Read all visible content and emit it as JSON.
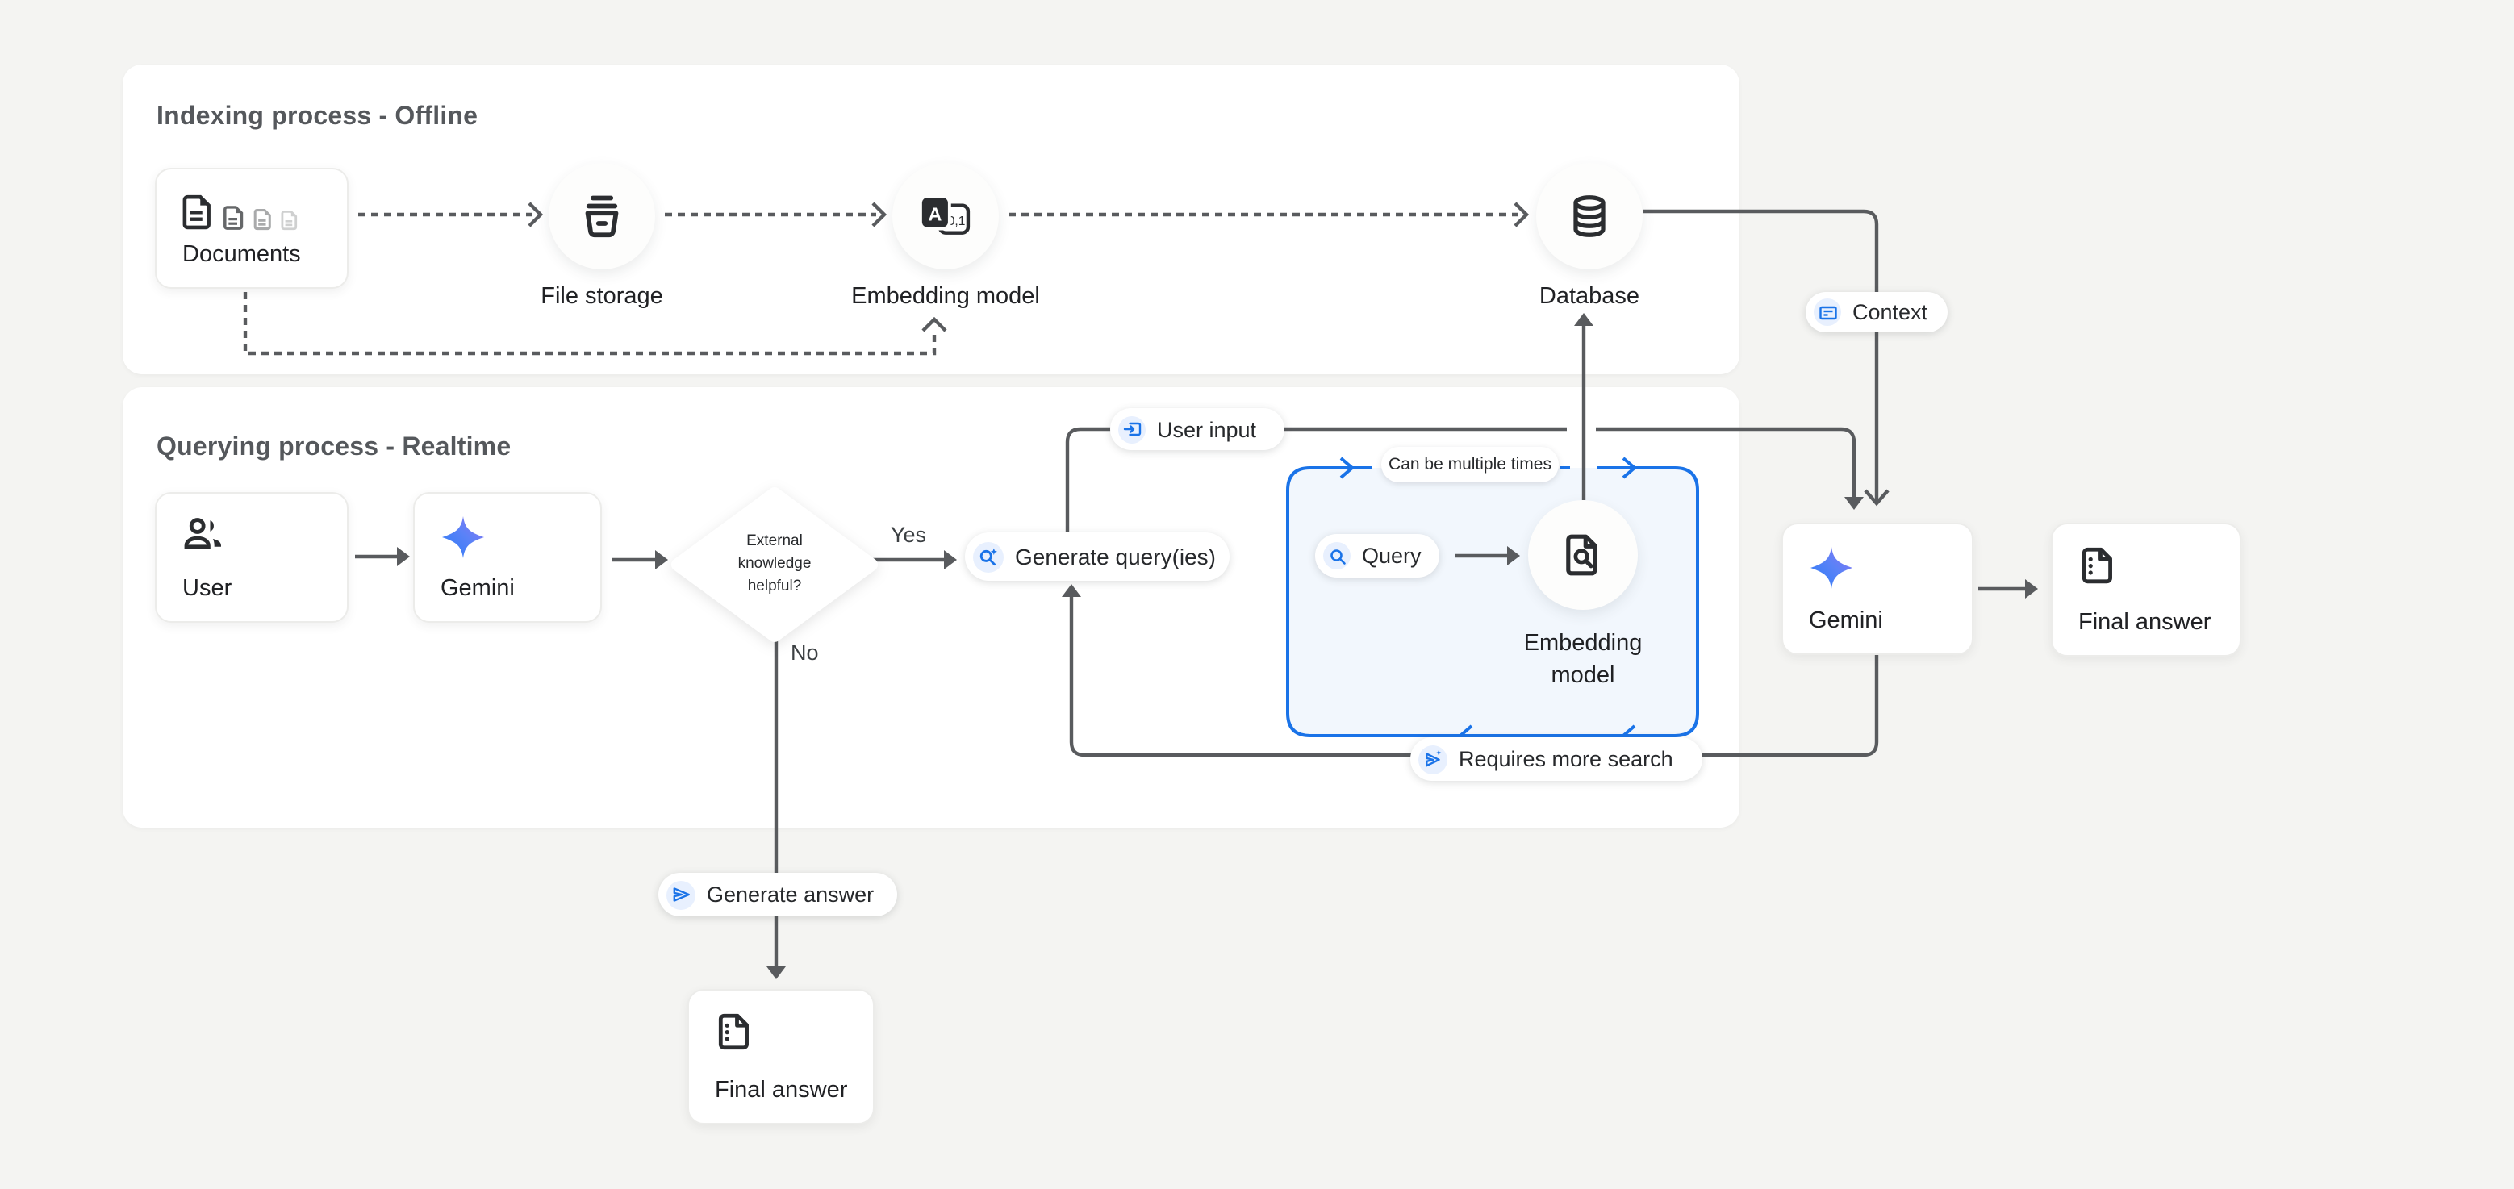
{
  "colors": {
    "background": "#f4f4f2",
    "card": "#ffffff",
    "accent_blue": "#1a73e8",
    "pill_icon_bg": "#e8f0fe",
    "loop_box_fill": "#f2f7fd",
    "line_dark": "#595b5e",
    "text_dark": "#202124",
    "title_grey": "#55585c",
    "gemini_gradient_start": "#2a7cf7",
    "gemini_gradient_end": "#9273f2"
  },
  "indexing": {
    "title": "Indexing process - Offline",
    "documents_label": "Documents",
    "file_storage_label": "File storage",
    "embedding_model_label": "Embedding model",
    "database_label": "Database"
  },
  "querying": {
    "title": "Querying process - Realtime",
    "user_label": "User",
    "gemini_label": "Gemini",
    "decision": {
      "line1": "External",
      "line2": "knowledge",
      "line3": "helpful?"
    },
    "yes_label": "Yes",
    "no_label": "No",
    "generate_queries_pill": "Generate query(ies)",
    "user_input_pill": "User input",
    "context_pill": "Context",
    "query_pill": "Query",
    "can_be_multiple_times_pill": "Can be multiple times",
    "requires_more_search_pill": "Requires more search",
    "generate_answer_pill": "Generate answer",
    "loop_embedding_label_line1": "Embedding",
    "loop_embedding_label_line2": "model",
    "gemini_right_label": "Gemini",
    "final_answer_right_label": "Final answer",
    "final_answer_bottom_label": "Final answer"
  },
  "icon_glyphs": {
    "embedding_letter": "A",
    "embedding_digits": "0,1"
  }
}
